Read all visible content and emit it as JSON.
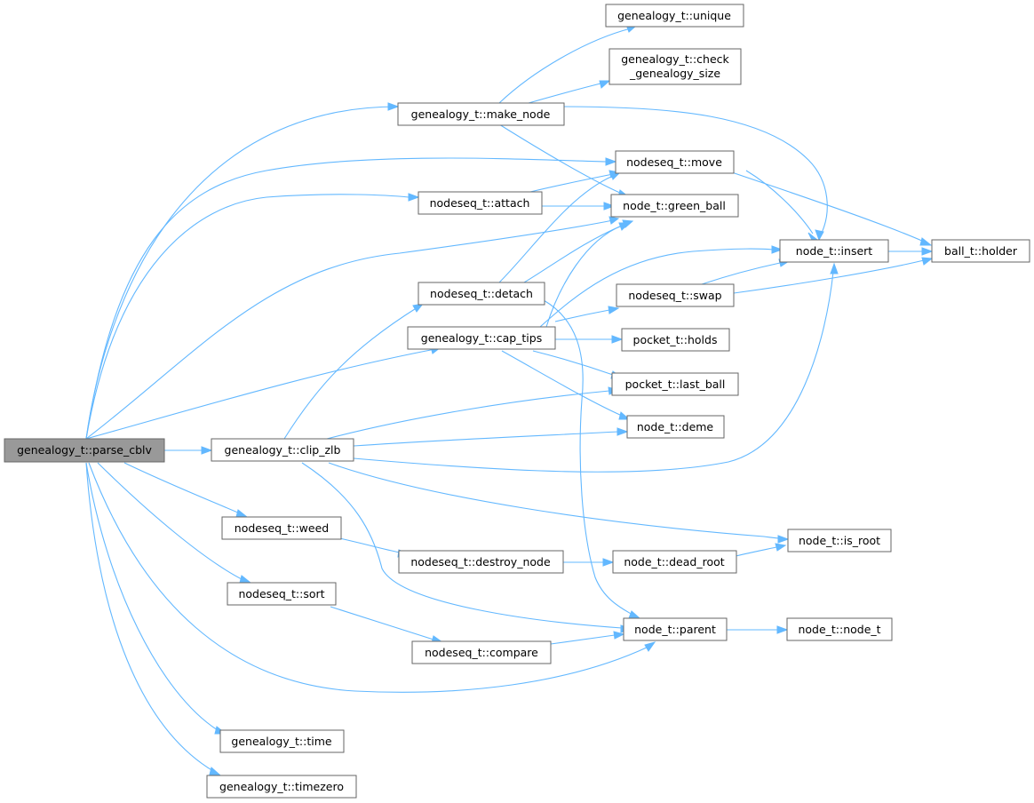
{
  "colors": {
    "edge": "#63b8ff",
    "box_border": "#666666",
    "root_fill": "#999999",
    "box_fill": "#ffffff"
  },
  "nodes": {
    "parse_cblv": "genealogy_t::parse_cblv",
    "make_node": "genealogy_t::make_node",
    "unique": "genealogy_t::unique",
    "check_size_1": "genealogy_t::check",
    "check_size_2": "_genealogy_size",
    "move": "nodeseq_t::move",
    "attach": "nodeseq_t::attach",
    "green_ball": "node_t::green_ball",
    "insert": "node_t::insert",
    "holder": "ball_t::holder",
    "detach": "nodeseq_t::detach",
    "swap": "nodeseq_t::swap",
    "cap_tips": "genealogy_t::cap_tips",
    "holds": "pocket_t::holds",
    "last_ball": "pocket_t::last_ball",
    "deme": "node_t::deme",
    "clip_zlb": "genealogy_t::clip_zlb",
    "weed": "nodeseq_t::weed",
    "is_root": "node_t::is_root",
    "destroy_node": "nodeseq_t::destroy_node",
    "dead_root": "node_t::dead_root",
    "sort": "nodeseq_t::sort",
    "parent": "node_t::parent",
    "node_t_ctor": "node_t::node_t",
    "compare": "nodeseq_t::compare",
    "time": "genealogy_t::time",
    "timezero": "genealogy_t::timezero"
  }
}
